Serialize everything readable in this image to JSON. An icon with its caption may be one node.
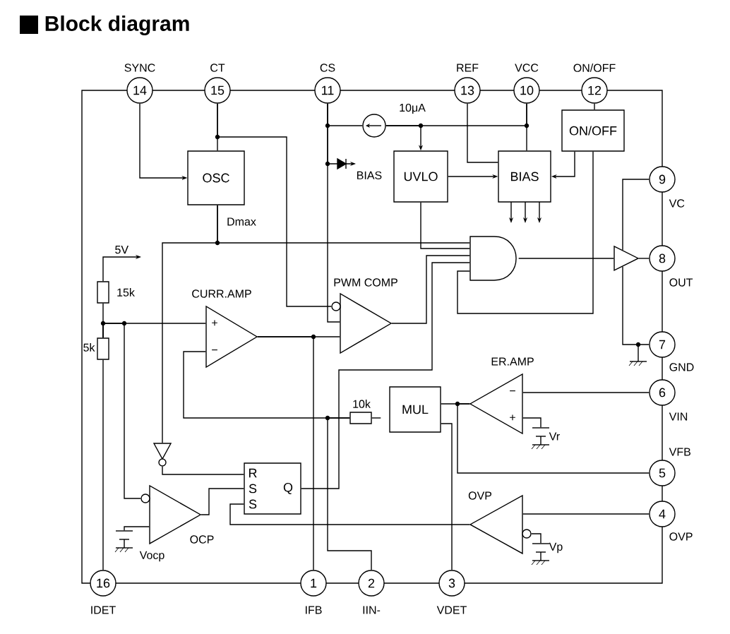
{
  "diagram": {
    "title": "Block diagram",
    "nodes": [
      {
        "text": [
          "14"
        ],
        "beside": [
          "SYNC"
        ]
      },
      {
        "text": [
          "15"
        ],
        "beside": [
          "CT"
        ]
      },
      {
        "text": [
          "11"
        ],
        "beside": [
          "CS"
        ]
      },
      {
        "text": [
          "13"
        ],
        "beside": [
          "REF"
        ]
      },
      {
        "text": [
          "10"
        ],
        "beside": [
          "VCC"
        ]
      },
      {
        "text": [
          "12"
        ],
        "beside": [
          "ON/OFF"
        ]
      },
      {
        "text": [
          "9"
        ],
        "beside": [
          "VC"
        ]
      },
      {
        "text": [
          "8"
        ],
        "beside": [
          "OUT"
        ]
      },
      {
        "text": [
          "7"
        ],
        "beside": [
          "GND"
        ]
      },
      {
        "text": [
          "6"
        ],
        "beside": [
          "VIN"
        ]
      },
      {
        "text": [
          "5"
        ],
        "beside": [
          "VFB"
        ]
      },
      {
        "text": [
          "4"
        ],
        "beside": [
          "OVP"
        ]
      },
      {
        "text": [
          "16"
        ],
        "beside": [
          "IDET"
        ]
      },
      {
        "text": [
          "1"
        ],
        "beside": [
          "IFB"
        ]
      },
      {
        "text": [
          "2"
        ],
        "beside": [
          "IIN-"
        ]
      },
      {
        "text": [
          "3"
        ],
        "beside": [
          "VDET"
        ]
      },
      {
        "text": [
          "OSC"
        ],
        "beside": [
          "Dmax"
        ]
      },
      {
        "text": [],
        "shape": "circle",
        "beside": [
          "10μA"
        ]
      },
      {
        "text": [
          "BIAS"
        ]
      },
      {
        "text": [
          "UVLO"
        ]
      },
      {
        "text": [
          "BIAS"
        ]
      },
      {
        "text": [
          "ON/OFF"
        ]
      },
      {
        "text": [],
        "shape": "gate"
      },
      {
        "text": [],
        "shape": "triangle"
      },
      {
        "text": [
          "CURR.AMP"
        ]
      },
      {
        "text": [
          "PWM COMP"
        ]
      },
      {
        "text": [
          "ER.AMP"
        ]
      },
      {
        "text": [
          "OVP"
        ]
      },
      {
        "text": [
          "OCP"
        ]
      },
      {
        "text": [
          "R",
          "S",
          "S",
          "Q"
        ]
      },
      {
        "text": [
          "MUL"
        ]
      },
      {
        "text": [],
        "shape": "resistor",
        "beside": [
          "15k"
        ]
      },
      {
        "text": [],
        "shape": "resistor",
        "beside": [
          "5k"
        ]
      },
      {
        "text": [],
        "shape": "resistor",
        "beside": [
          "10k"
        ]
      },
      {
        "text": [],
        "shape": "triangle"
      },
      {
        "text": [
          "Vr"
        ]
      },
      {
        "text": [
          "Vp"
        ]
      },
      {
        "text": [
          "Vocp"
        ]
      },
      {
        "text": [
          "5V"
        ]
      }
    ],
    "edges": [
      {
        "from": 0,
        "to": 16,
        "arrow": "to"
      },
      {
        "from": 1,
        "to": 16,
        "arrow": "none"
      },
      {
        "from": 1,
        "to": 25,
        "arrow": "none"
      },
      {
        "from": 2,
        "to": 25,
        "arrow": "none"
      },
      {
        "from": 2,
        "to": 17,
        "arrow": "none"
      },
      {
        "from": 17,
        "to": 4,
        "arrow": "none"
      },
      {
        "from": 17,
        "to": 19,
        "arrow": "to"
      },
      {
        "from": 4,
        "to": 20,
        "arrow": "none"
      },
      {
        "from": 2,
        "to": 18,
        "arrow": "to"
      },
      {
        "from": 3,
        "to": 20,
        "arrow": "none"
      },
      {
        "from": 19,
        "to": 20,
        "arrow": "to"
      },
      {
        "from": 21,
        "to": 20,
        "arrow": "to"
      },
      {
        "from": 5,
        "to": 21,
        "arrow": "none"
      },
      {
        "from": 16,
        "to": 22,
        "arrow": "none"
      },
      {
        "from": 19,
        "to": 22,
        "arrow": "none"
      },
      {
        "from": 25,
        "to": 22,
        "arrow": "none"
      },
      {
        "from": 29,
        "to": 22,
        "arrow": "none"
      },
      {
        "from": 21,
        "to": 22,
        "arrow": "none"
      },
      {
        "from": 22,
        "to": 23,
        "arrow": "none"
      },
      {
        "from": 23,
        "to": 7,
        "arrow": "none"
      },
      {
        "from": 6,
        "to": 23,
        "arrow": "none"
      },
      {
        "from": 23,
        "to": 8,
        "arrow": "none"
      },
      {
        "from": 24,
        "to": 25,
        "arrow": "none"
      },
      {
        "from": 24,
        "to": 13,
        "arrow": "none"
      },
      {
        "from": 9,
        "to": 26,
        "arrow": "none"
      },
      {
        "from": 26,
        "to": 35,
        "arrow": "none"
      },
      {
        "from": 26,
        "to": 30,
        "arrow": "none"
      },
      {
        "from": 26,
        "to": 10,
        "arrow": "none"
      },
      {
        "from": 11,
        "to": 27,
        "arrow": "none"
      },
      {
        "from": 27,
        "to": 36,
        "arrow": "none"
      },
      {
        "from": 27,
        "to": 29,
        "arrow": "none"
      },
      {
        "from": 28,
        "to": 29,
        "arrow": "none"
      },
      {
        "from": 34,
        "to": 29,
        "arrow": "none"
      },
      {
        "from": 16,
        "to": 34,
        "arrow": "none"
      },
      {
        "from": 30,
        "to": 15,
        "arrow": "none"
      },
      {
        "from": 33,
        "to": 30,
        "arrow": "none"
      },
      {
        "from": 24,
        "to": 33,
        "arrow": "none"
      },
      {
        "from": 14,
        "to": 33,
        "arrow": "none"
      },
      {
        "from": 31,
        "to": 38,
        "arrow": "to"
      },
      {
        "from": 31,
        "to": 32,
        "arrow": "none"
      },
      {
        "from": 32,
        "to": 24,
        "arrow": "none"
      },
      {
        "from": 32,
        "to": 28,
        "arrow": "none"
      },
      {
        "from": 32,
        "to": 12,
        "arrow": "none"
      },
      {
        "from": 37,
        "to": 28,
        "arrow": "none"
      }
    ],
    "labels": [
      "+",
      "−",
      "−",
      "+"
    ]
  }
}
